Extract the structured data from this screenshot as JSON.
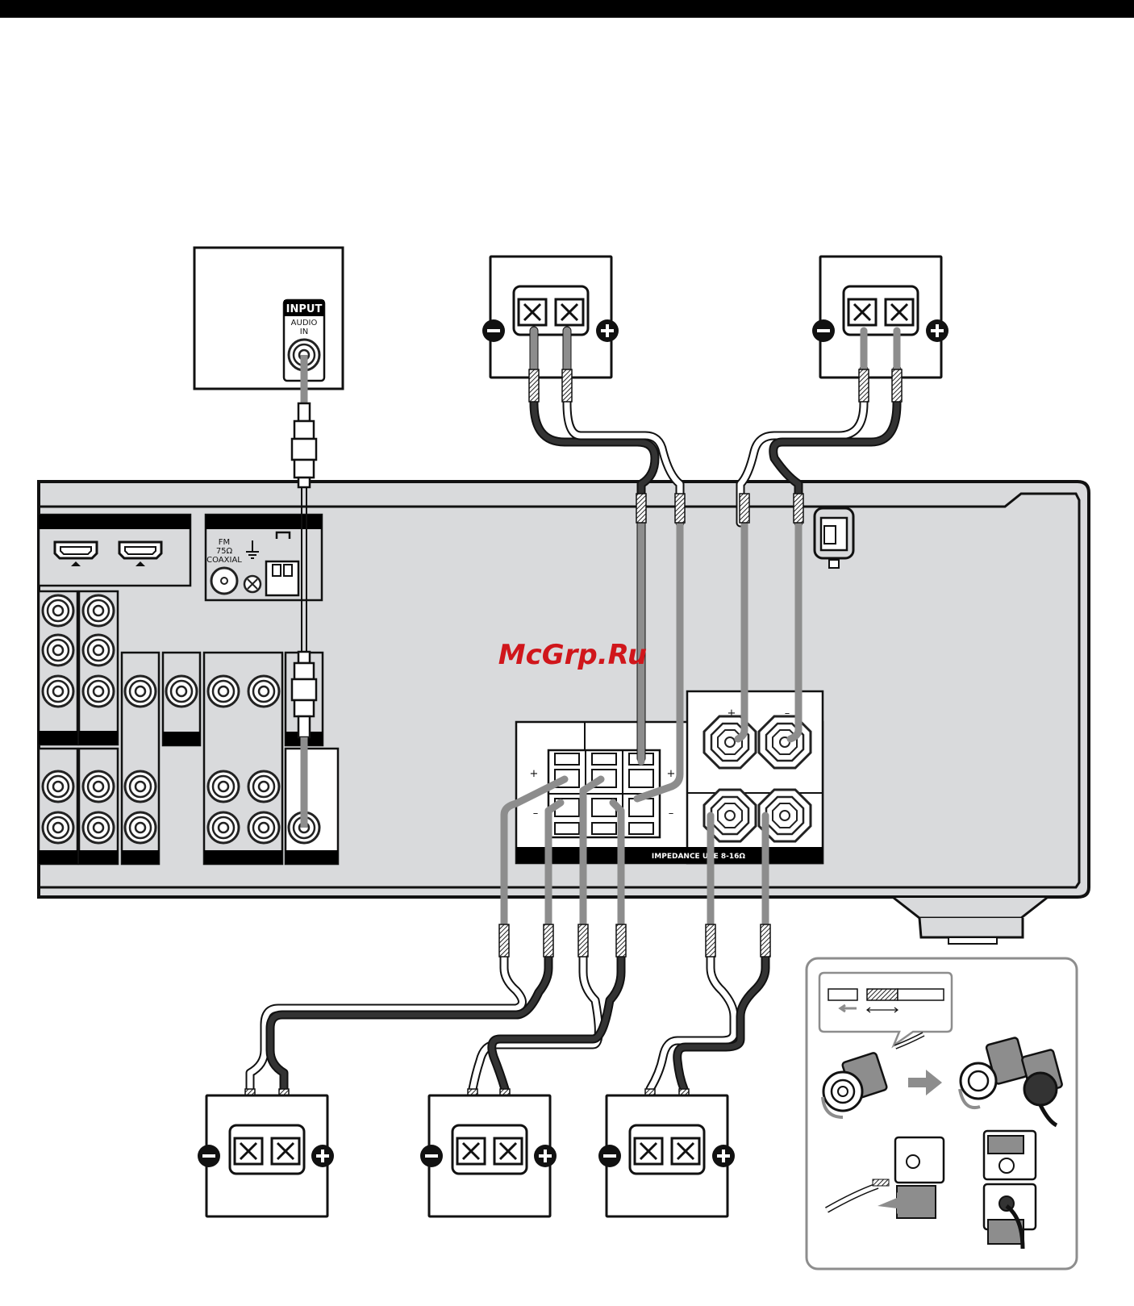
{
  "subwoofer": {
    "input_label": "INPUT",
    "audio_label": "AUDIO",
    "in_label": "IN"
  },
  "antenna": {
    "fm_label": "FM",
    "ohm_label": "75Ω",
    "coaxial_label": "COAXIAL"
  },
  "speaker_panel": {
    "plus": "+",
    "minus": "–",
    "impedance_label": "IMPEDANCE USE 8-16Ω"
  },
  "watermark": "McGrp.Ru",
  "colors": {
    "chassis": "#d9dadc",
    "cable_gray": "#8d8d8d",
    "cable_dark": "#333333",
    "watermark": "#d0161b"
  },
  "icons": [
    "minus-terminal-icon",
    "plus-terminal-icon",
    "ground-icon",
    "am-loop-icon",
    "hdmi-port-icon",
    "rca-jack-icon",
    "binding-post-icon"
  ]
}
